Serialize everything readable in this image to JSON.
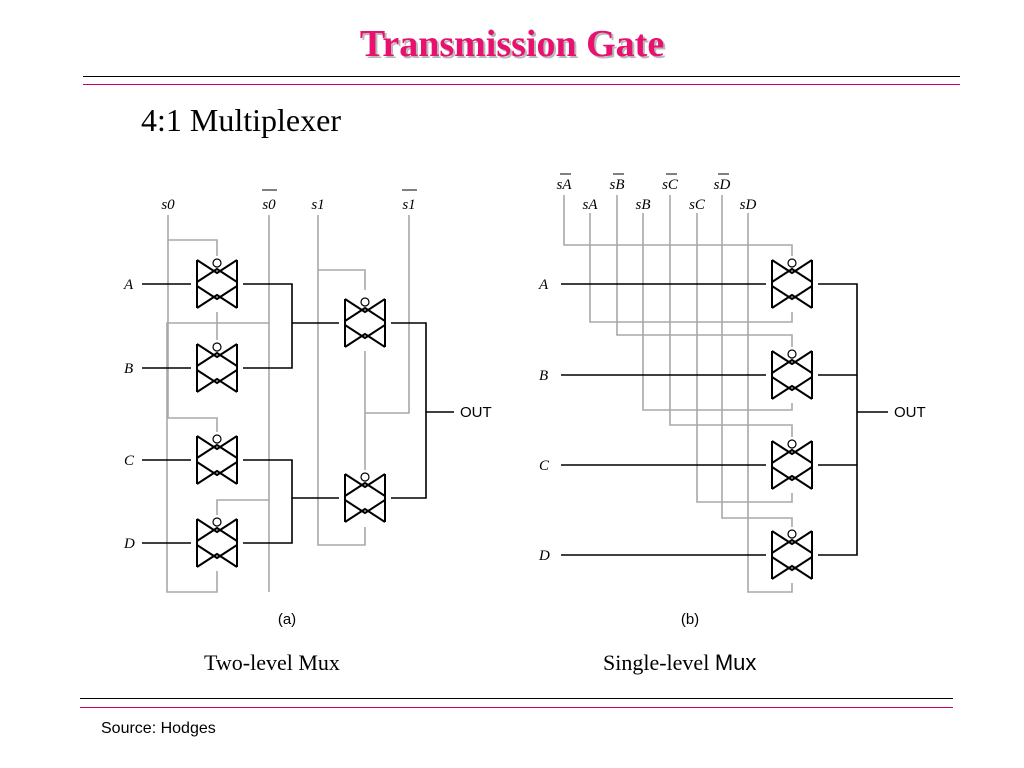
{
  "slide": {
    "title": "Transmission Gate",
    "subtitle": "4:1 Multiplexer",
    "source": "Source: Hodges",
    "colors": {
      "title": "#e8116f",
      "rule_dark": "#000000",
      "rule_accent": "#cc0066",
      "control_wire": "#a8a8a8"
    }
  },
  "diagram_a": {
    "control_labels": [
      "s0",
      "s0",
      "s1",
      "s1"
    ],
    "control_inverted": [
      false,
      true,
      false,
      true
    ],
    "inputs": [
      "A",
      "B",
      "C",
      "D"
    ],
    "output": "OUT",
    "tag": "(a)",
    "caption": "Two-level Mux"
  },
  "diagram_b": {
    "control_labels_top": [
      "sA",
      "sB",
      "sC",
      "sD"
    ],
    "control_labels_bottom": [
      "sA",
      "sB",
      "sC",
      "sD"
    ],
    "inputs": [
      "A",
      "B",
      "C",
      "D"
    ],
    "output": "OUT",
    "tag": "(b)",
    "caption_prefix": "Single-level ",
    "caption_suffix": "Mux"
  }
}
